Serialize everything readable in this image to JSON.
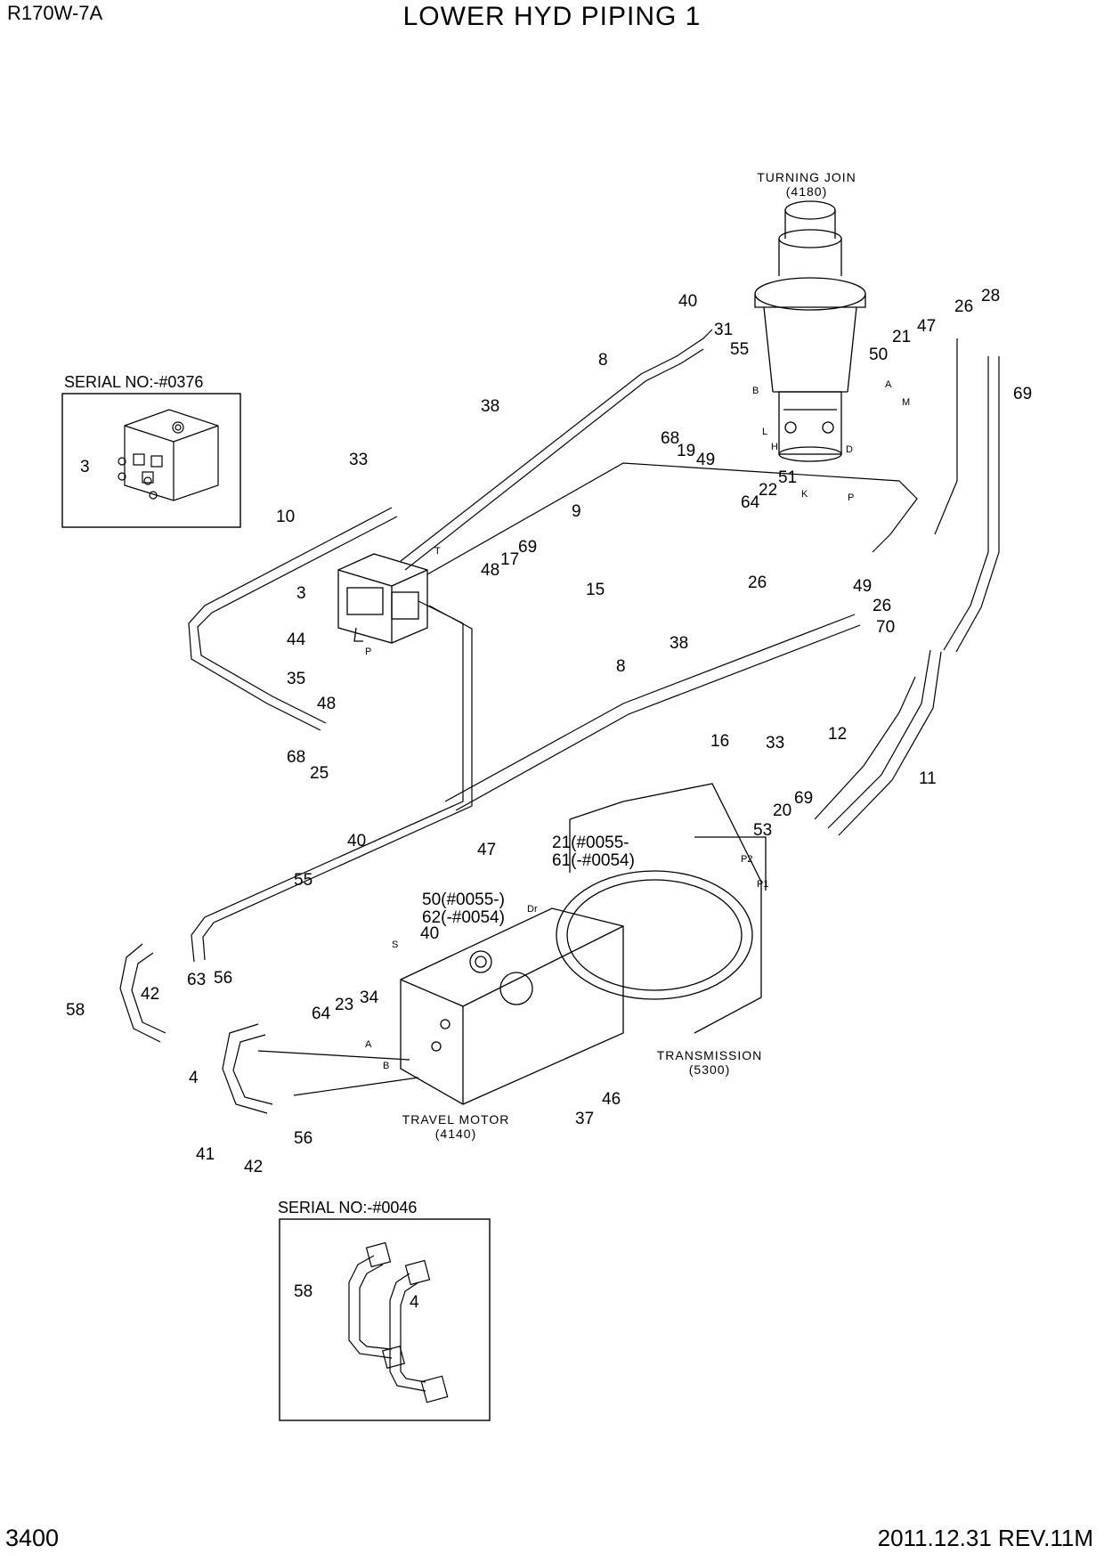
{
  "header": {
    "model": "R170W-7A",
    "title": "LOWER HYD PIPING 1"
  },
  "footer": {
    "page": "3400",
    "revision": "2011.12.31  REV.11M"
  },
  "captions": {
    "turning_join": [
      "TURNING JOIN",
      "(4180)"
    ],
    "transmission": [
      "TRANSMISSION",
      "(5300)"
    ],
    "travel_motor": [
      "TRAVEL MOTOR",
      "(4140)"
    ]
  },
  "insets": {
    "top_serial": "SERIAL NO:-#0376",
    "bottom_serial": "SERIAL NO:-#0046"
  },
  "callouts": [
    "40",
    "31",
    "55",
    "8",
    "26",
    "28",
    "47",
    "21",
    "50",
    "69",
    "38",
    "33",
    "68",
    "19",
    "49",
    "64",
    "22",
    "51",
    "10",
    "3",
    "48",
    "17",
    "9",
    "15",
    "69",
    "26",
    "49",
    "26",
    "70",
    "44",
    "35",
    "48",
    "68",
    "25",
    "8",
    "38",
    "16",
    "33",
    "12",
    "11",
    "47",
    "21(#0055-",
    "61(-#0054)",
    "50(#0055-)",
    "62(-#0054)",
    "40",
    "55",
    "40",
    "53",
    "20",
    "69",
    "58",
    "42",
    "63",
    "56",
    "64",
    "23",
    "34",
    "4",
    "41",
    "42",
    "56",
    "46",
    "37",
    "58",
    "4",
    "3"
  ],
  "port_letters": [
    "A",
    "M",
    "L",
    "H",
    "D",
    "K",
    "P",
    "B",
    "T",
    "P",
    "S",
    "A",
    "B",
    "P2",
    "P1",
    "Dr"
  ]
}
